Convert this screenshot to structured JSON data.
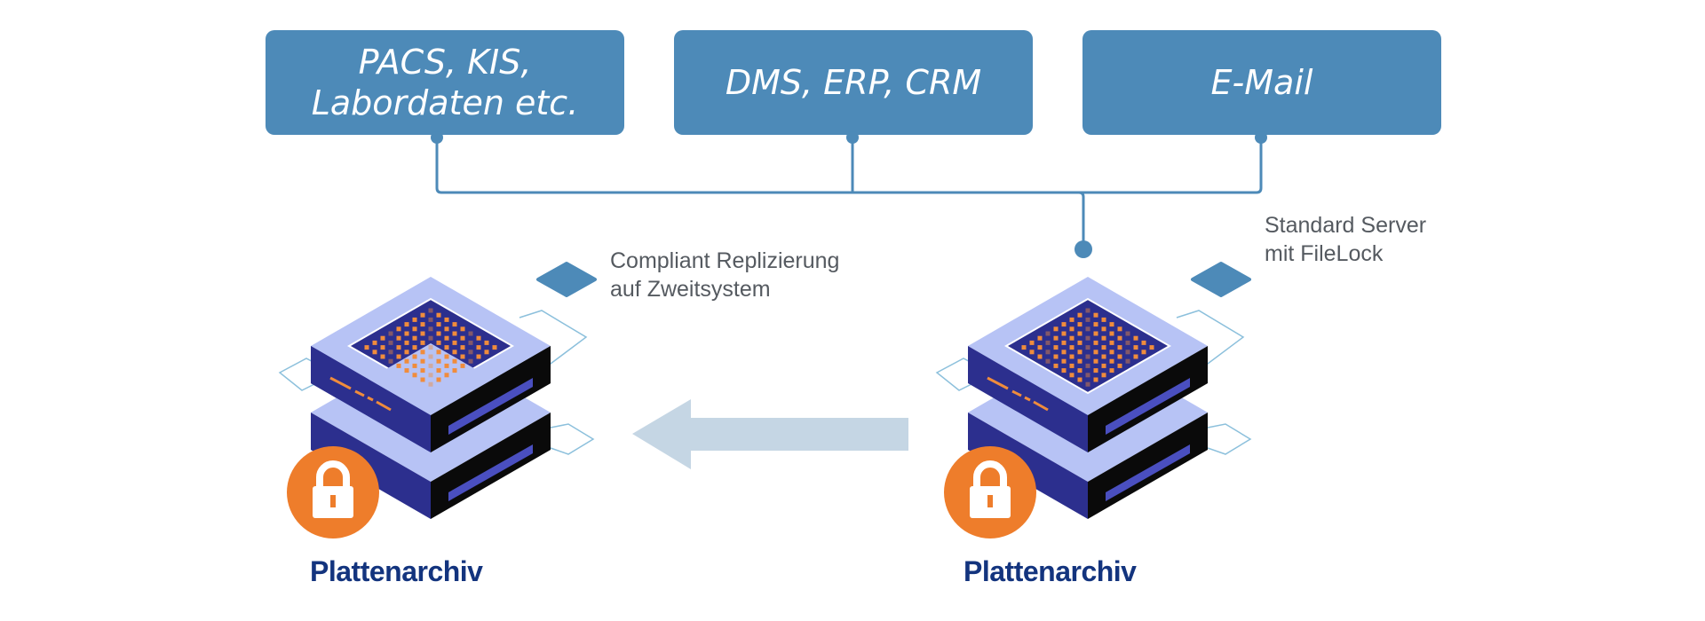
{
  "diagram": {
    "sources": [
      {
        "label": "PACS, KIS,\nLabordaten etc."
      },
      {
        "label": "DMS, ERP, CRM"
      },
      {
        "label": "E-Mail"
      }
    ],
    "notes": {
      "replication": "Compliant Replizierung\nauf Zweitsystem",
      "standard_server": "Standard Server\nmit FileLock"
    },
    "archives": [
      {
        "label": "Plattenarchiv",
        "role": "secondary"
      },
      {
        "label": "Plattenarchiv",
        "role": "primary"
      }
    ],
    "arrow": {
      "direction": "left",
      "meaning": "replication"
    },
    "icons": {
      "archive": "server-stack-icon",
      "lock": "lock-icon",
      "diamond": "diamond-marker-icon"
    },
    "colors": {
      "box": "#4d8ab8",
      "line": "#4d8ab8",
      "arrow": "#c5d6e4",
      "label": "#13347e",
      "lock_badge": "#ee7d2b",
      "server_top": "#b7c3f5",
      "server_body": "#2c2f8e",
      "server_dots": "#f08c3c"
    }
  }
}
